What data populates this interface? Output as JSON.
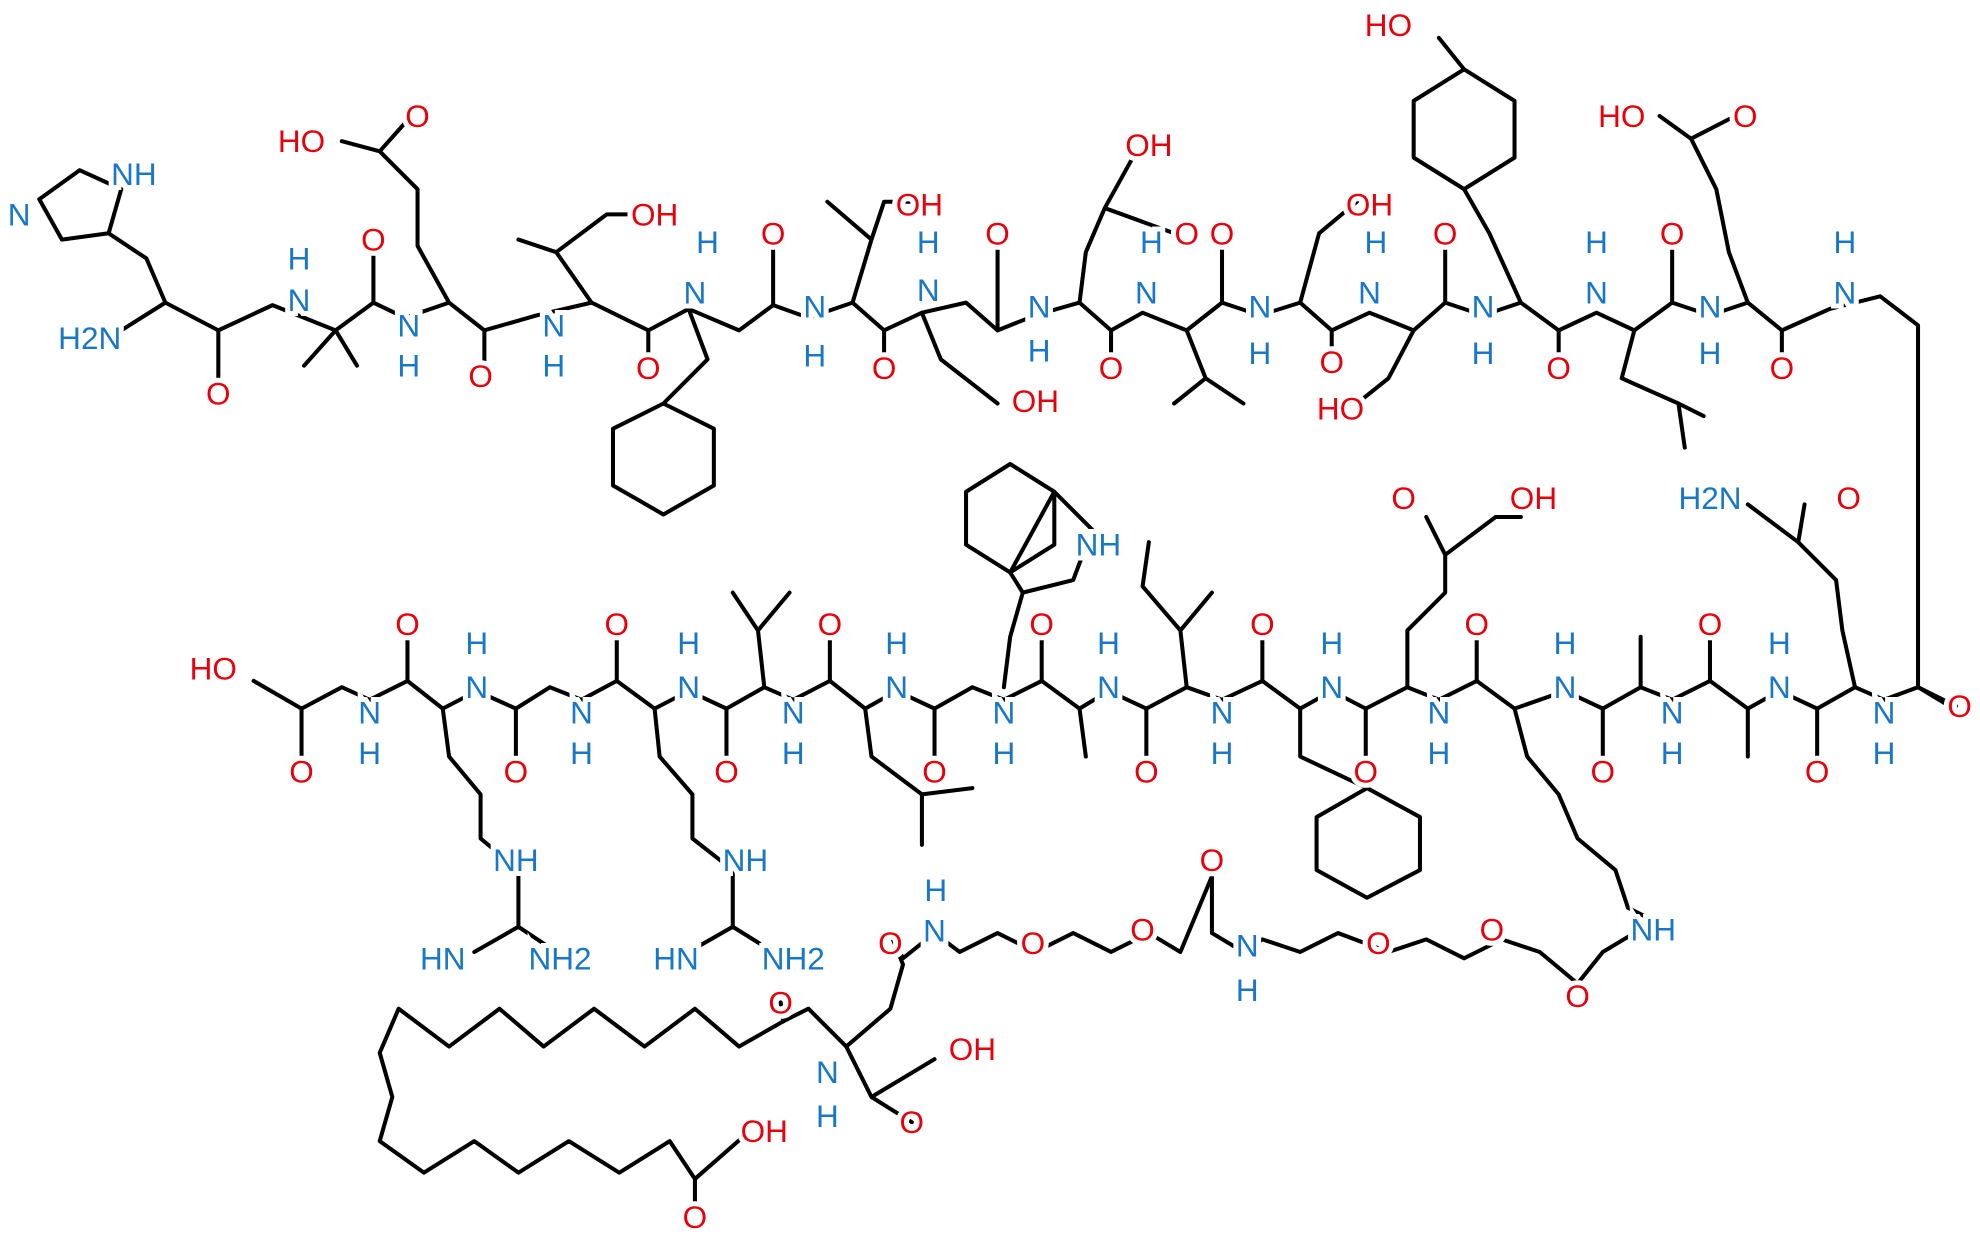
{
  "colors": {
    "oxygen": "#e8000b",
    "nitrogen": "#1877c9",
    "bond": "#000000"
  },
  "atom_labels": [
    "NH",
    "N",
    "H2N",
    "O",
    "H",
    "N",
    "O",
    "HO",
    "O",
    "N",
    "H",
    "O",
    "OH",
    "N",
    "H",
    "O",
    "H",
    "N",
    "O",
    "OH",
    "N",
    "H",
    "O",
    "H",
    "N",
    "O",
    "OH",
    "OH",
    "O",
    "N",
    "H",
    "O",
    "H",
    "N",
    "O",
    "OH",
    "N",
    "H",
    "O",
    "HO",
    "H",
    "N",
    "O",
    "HO",
    "N",
    "H",
    "O",
    "H",
    "N",
    "O",
    "HO",
    "O",
    "N",
    "H",
    "O",
    "H",
    "N",
    "NH",
    "OH",
    "O",
    "H2N",
    "O",
    "HO",
    "O",
    "O",
    "N",
    "H",
    "H",
    "N",
    "O",
    "N",
    "H",
    "O",
    "H",
    "N",
    "O",
    "N",
    "H",
    "O",
    "H",
    "N",
    "O",
    "N",
    "H",
    "O",
    "H",
    "N",
    "O",
    "N",
    "H",
    "O",
    "H",
    "N",
    "O",
    "N",
    "H",
    "O",
    "H",
    "N",
    "O",
    "N",
    "H",
    "O",
    "H",
    "N",
    "O",
    "N",
    "H",
    "O",
    "NH",
    "HN",
    "NH2",
    "NH",
    "HN",
    "NH2",
    "H",
    "N",
    "O",
    "O",
    "O",
    "O",
    "N",
    "H",
    "O",
    "O",
    "O",
    "NH",
    "O",
    "N",
    "H",
    "OH",
    "O",
    "OH",
    "O"
  ]
}
